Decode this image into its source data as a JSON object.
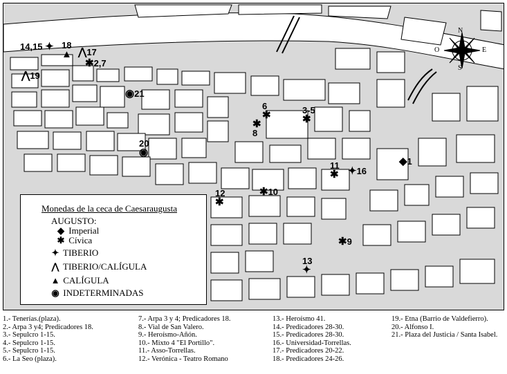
{
  "legend": {
    "title": "Monedas de la ceca de Caesaraugusta",
    "augusto": "AUGUSTO:",
    "imperial": "Imperial",
    "civica": "Cívica",
    "tiberio": "TIBERIO",
    "tiberio_caligula": "TIBERIO/CALÍGULA",
    "caligula": "CALÍGULA",
    "indeterminadas": "INDETERMINADAS"
  },
  "symbols": {
    "imperial": "◆",
    "civica": "✱",
    "tiberio": "✦",
    "tiberio_caligula": "⋀",
    "caligula": "▲",
    "indeterminadas": "◉"
  },
  "compass": {
    "n": "N",
    "s": "S",
    "e": "E",
    "o": "O"
  },
  "markers": {
    "m14_15": "14,15",
    "m18": "18",
    "m17": "17",
    "m2_7": "2,7",
    "m19": "19",
    "m21": "21",
    "m6": "6",
    "m3_5": "3-5",
    "m8": "8",
    "m20": "20",
    "m1": "1",
    "m11": "11",
    "m16": "16",
    "m12": "12",
    "m10": "10",
    "m9": "9",
    "m13": "13"
  },
  "notes": {
    "col1": [
      "1.- Tenerías.(plaza).",
      "2.- Arpa 3 y4; Predicadores 18.",
      "3.- Sepulcro 1-15.",
      "4.- Sepulcro 1-15.",
      "5.- Sepulcro 1-15.",
      "6.- La Seo (plaza)."
    ],
    "col2": [
      "7.- Arpa 3 y 4; Predicadores 18.",
      "8.- Vial de San Valero.",
      "9.- Heroísmo-Añón.",
      "10.- Mixto 4 \"El Portillo\".",
      "11.- Asso-Torrellas.",
      "12.- Verónica - Teatro Romano"
    ],
    "col3": [
      "13.- Heroísmo 41.",
      "14.- Predicadores 28-30.",
      "15.- Predicadores 28-30.",
      "16.- Universidad-Torrellas.",
      "17.- Predicadores 20-22.",
      "18.- Predicadores 24-26."
    ],
    "col4": [
      "19.- Etna (Barrio de Valdefierro).",
      "20.- Alfonso I.",
      "21.- Plaza del Justicia / Santa Isabel."
    ]
  }
}
